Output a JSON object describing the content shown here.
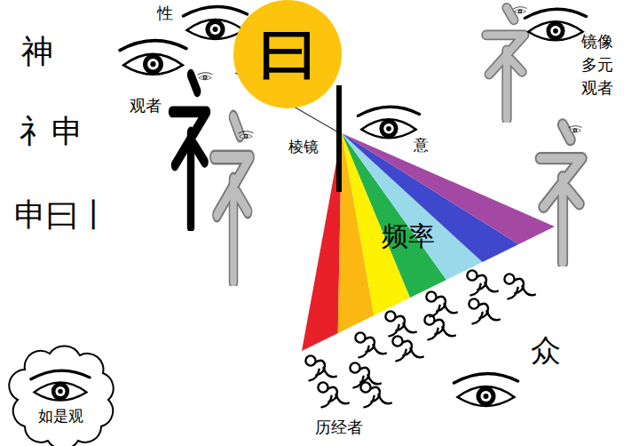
{
  "diagram": {
    "nodes": [
      {
        "text": [
          "曰"
        ]
      },
      {
        "text": [
          "频率"
        ]
      },
      {
        "text": [
          "如是观"
        ]
      }
    ],
    "labels": [
      "神",
      "礻申",
      "申曰丨",
      "性",
      "观者",
      "棱镜",
      "意",
      "镜像 多元 观者",
      "众",
      "历经者"
    ]
  }
}
